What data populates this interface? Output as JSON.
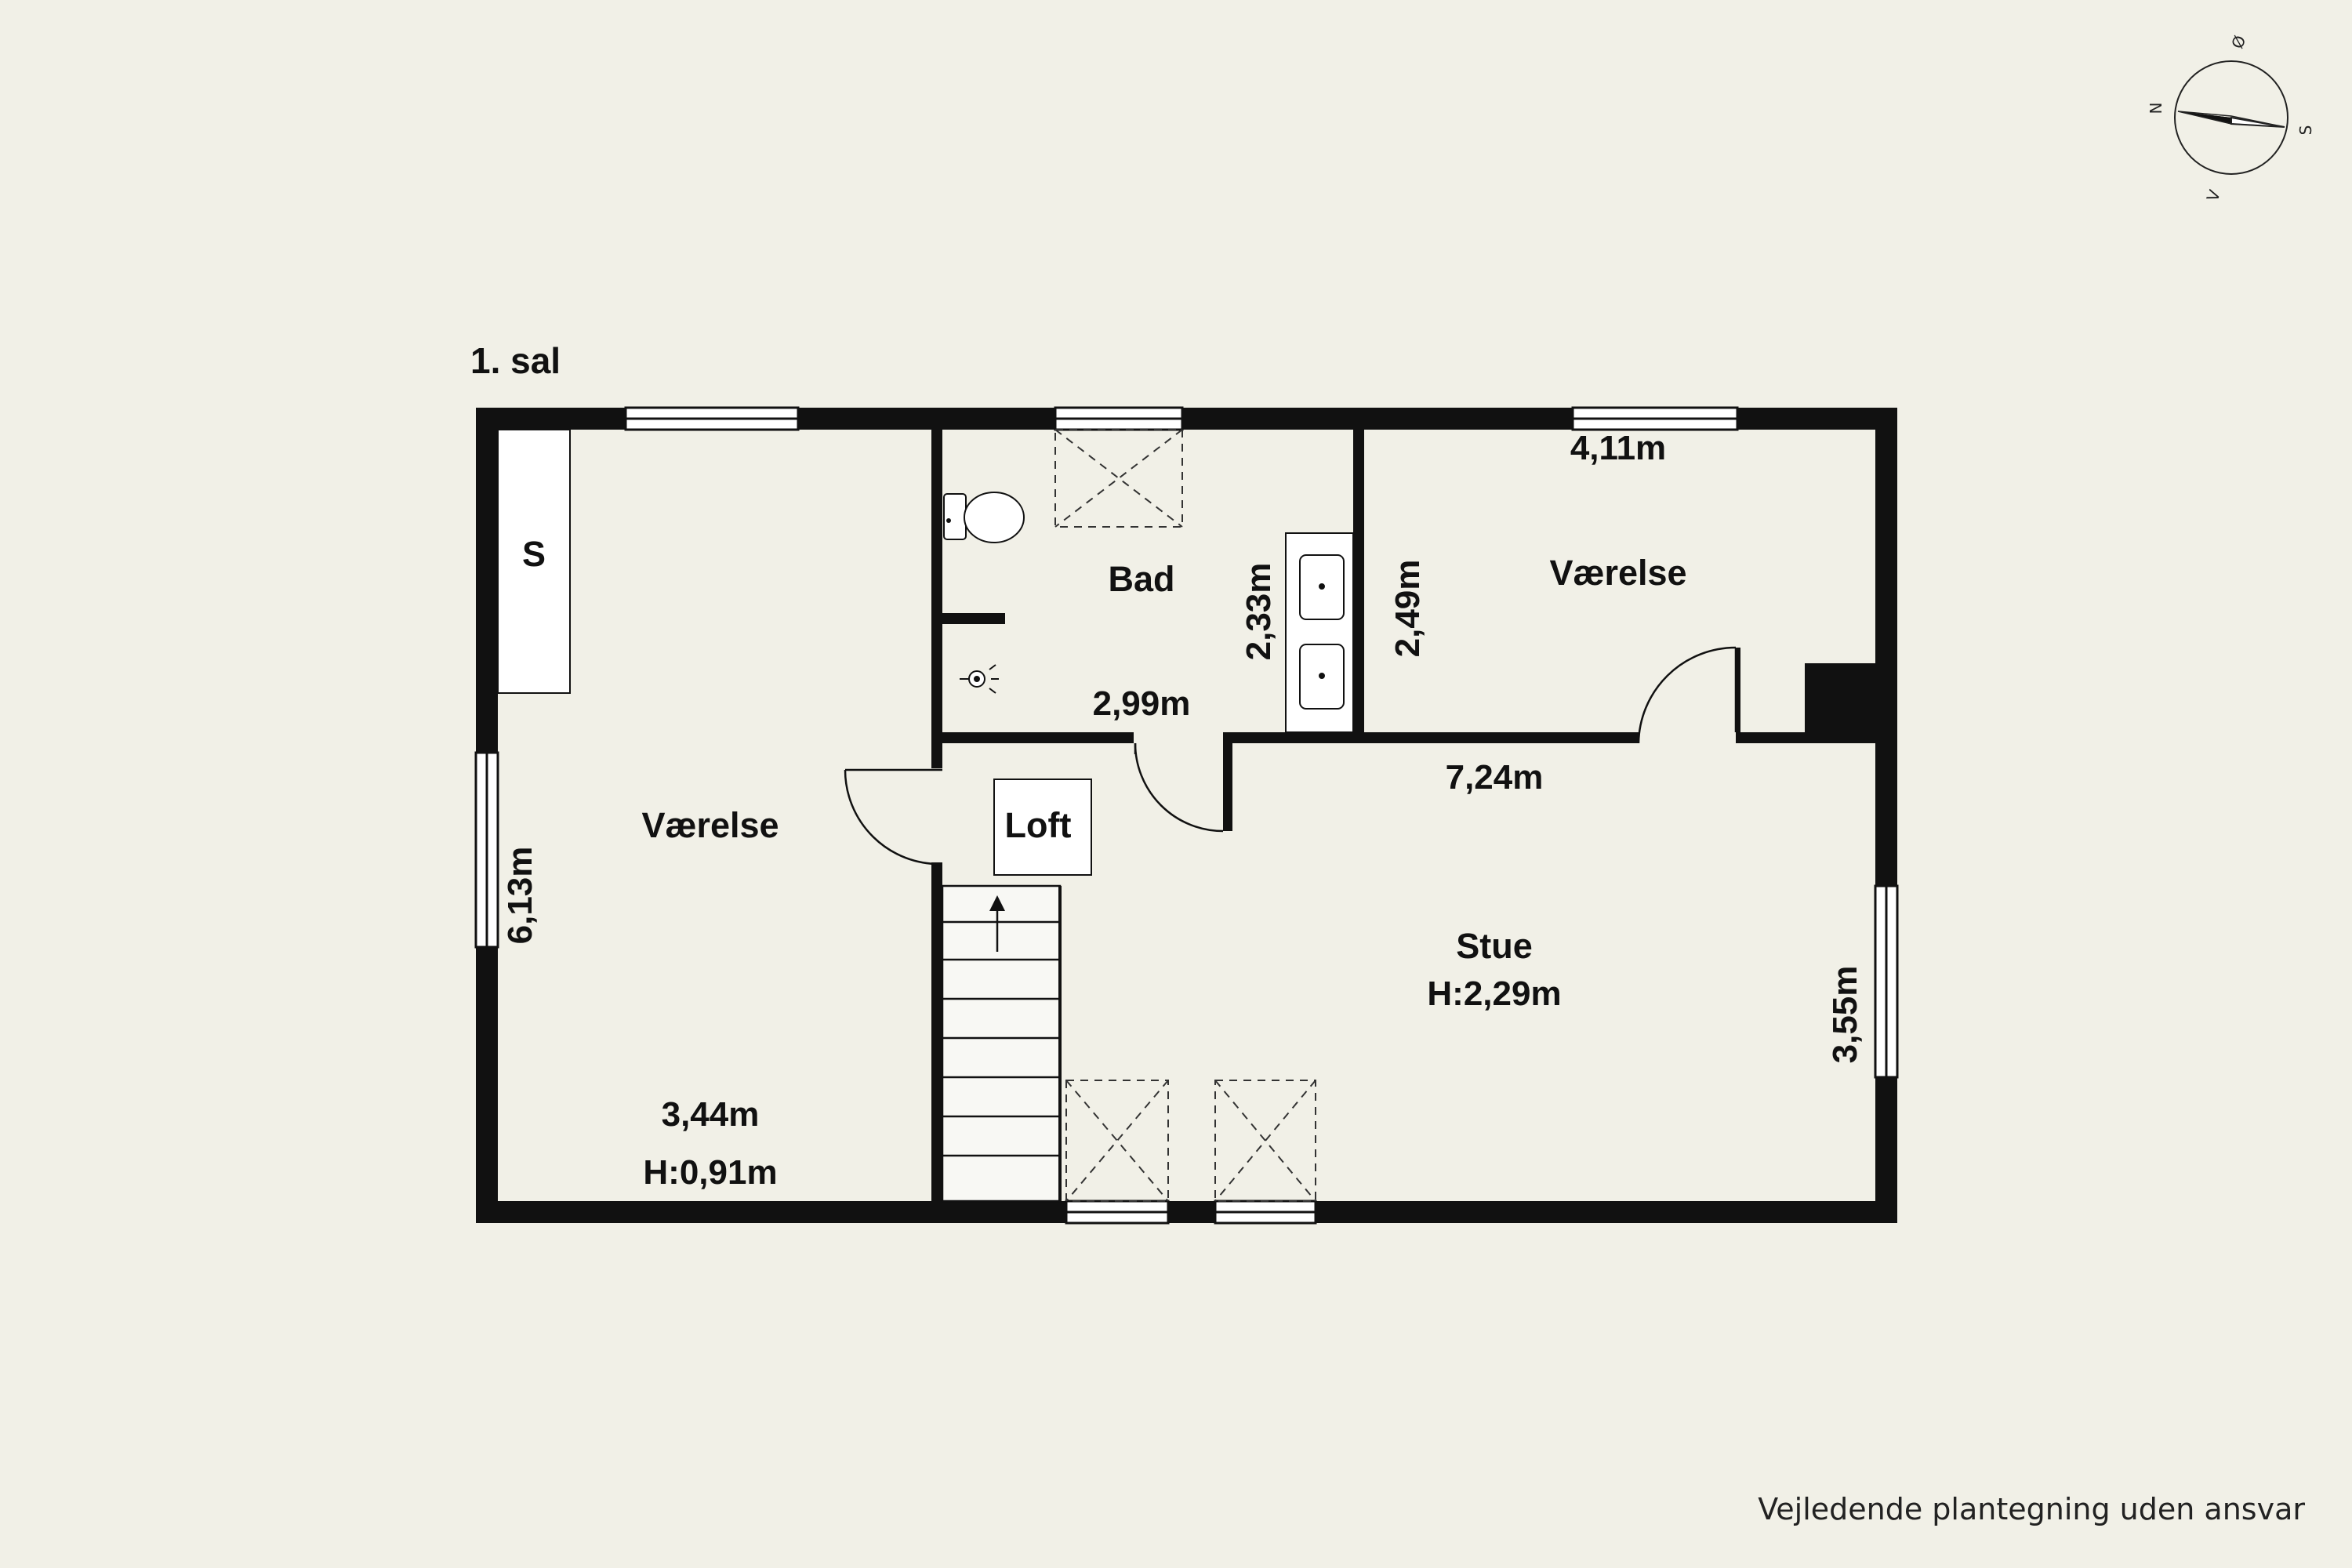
{
  "floor_title": "1. sal",
  "rooms": {
    "bedroom_west": {
      "name": "Værelse",
      "dim_vertical": "6,13m",
      "dim_horizontal": "3,44m",
      "height": "H:0,91m"
    },
    "bathroom": {
      "name": "Bad",
      "dim_horizontal": "2,99m",
      "dim_vertical": "2,33m"
    },
    "bedroom_east": {
      "name": "Værelse",
      "dim_horizontal": "4,11m",
      "dim_vertical": "2,49m"
    },
    "living_room": {
      "name": "Stue",
      "height": "H:2,29m",
      "dim_horizontal": "7,24m",
      "dim_vertical": "3,55m"
    }
  },
  "closet_label": "S",
  "attic_hatch_label": "Loft",
  "compass": {
    "n": "N",
    "o": "Ø",
    "s": "S",
    "v": "V"
  },
  "disclaimer": "Vejledende plantegning uden ansvar",
  "colors": {
    "background": "#f1f0e7",
    "wall": "#111111",
    "fixture_fill": "#ffffff"
  }
}
